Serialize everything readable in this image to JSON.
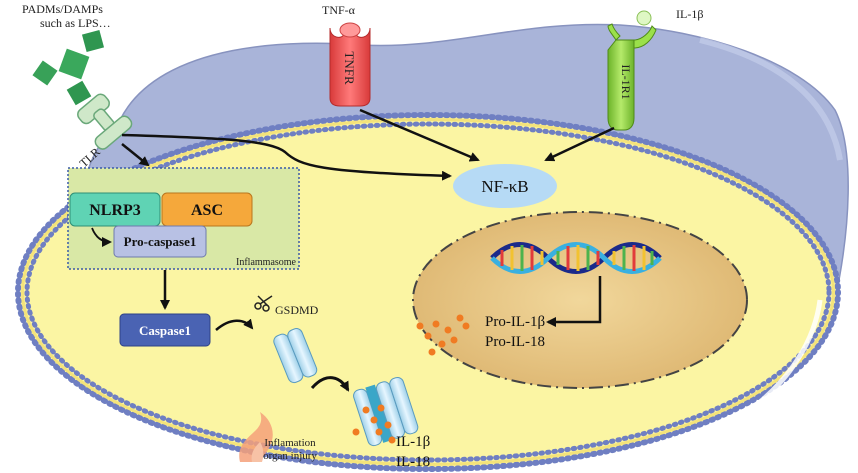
{
  "labels": {
    "pamps": [
      "PADMs/DAMPs",
      "such as LPS…"
    ],
    "tnf_alpha": "TNF-α",
    "il1b_ligand": "IL-1β",
    "tnfr": "TNFR",
    "il1r1": "IL-1R1",
    "tlr": "TLR",
    "nfkb": "NF-κB",
    "nlrp3": "NLRP3",
    "asc": "ASC",
    "pro_caspase1": "Pro-caspase1",
    "inflammasome": "Inflammasome",
    "caspase1": "Caspase1",
    "gsdmd": "GSDMD",
    "pro_cytokines": [
      "Pro-IL-1β",
      "Pro-IL-18"
    ],
    "released_cytokines": [
      "IL-1β",
      "IL-18"
    ],
    "inflammation": [
      "Inflamation",
      "organ injury"
    ]
  },
  "colors": {
    "cytoplasm": "#fbf5a3",
    "membrane_beads": "#6f7fc2",
    "cell_body": "#a9b4d9",
    "nucleus": "#e9c98a",
    "nfkb": "#b6daf5",
    "nlrp3": "#5fd3b4",
    "asc": "#f5a83b",
    "pro_caspase1": "#b8c1e4",
    "caspase1": "#4a63b3",
    "inflammasome_box": "#d9e8a6",
    "tnfr": "#f25c5c",
    "il1r1": "#8fd23f",
    "pamp": "#3aa85c",
    "cytokine": "#f07b22"
  }
}
